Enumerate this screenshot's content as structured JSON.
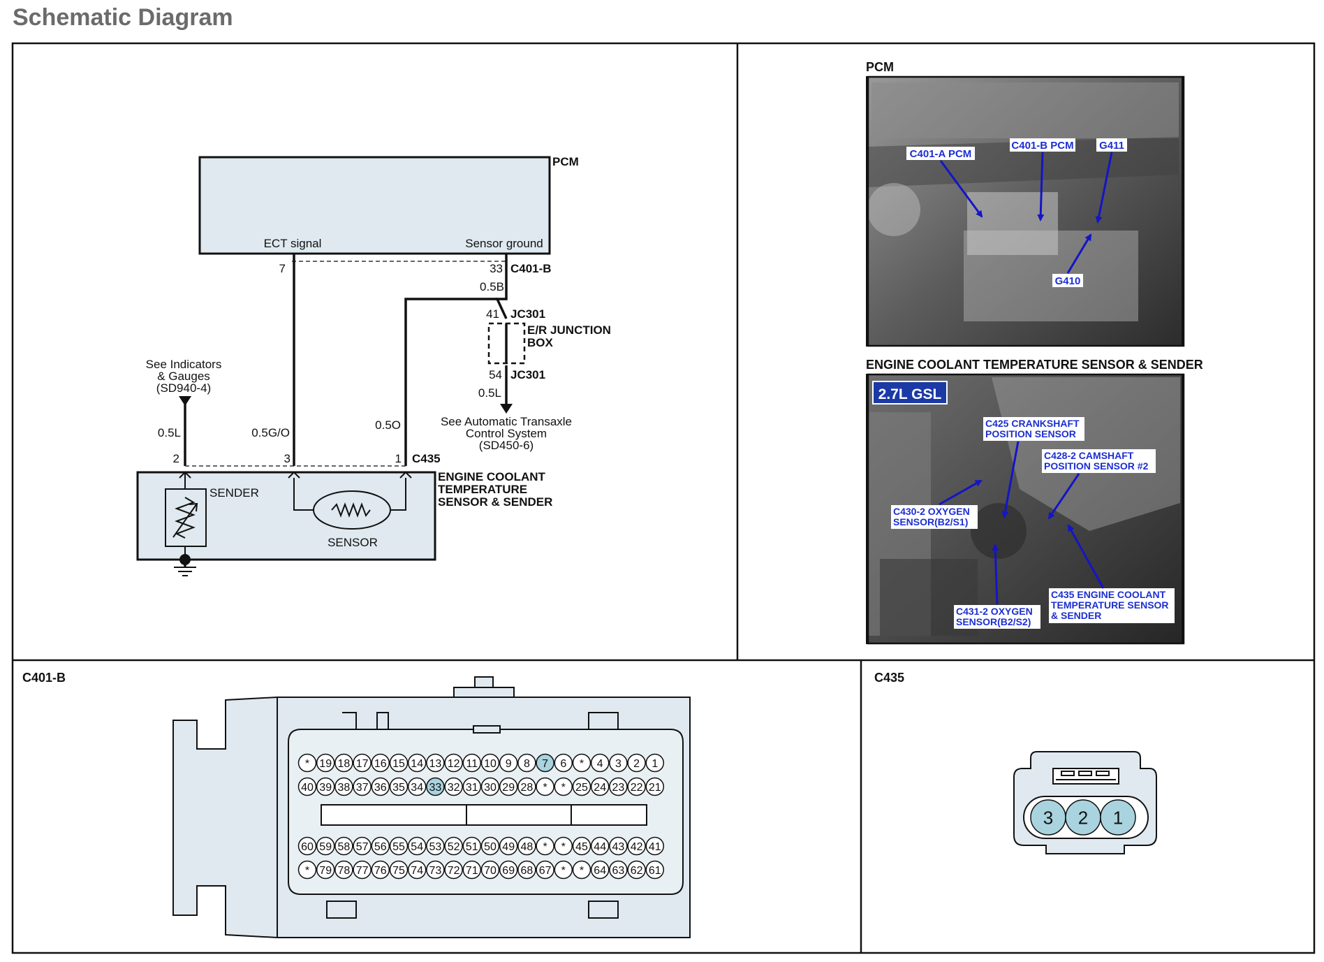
{
  "page_title": "Schematic Diagram",
  "schematic": {
    "pcm_label": "PCM",
    "ect_signal": "ECT signal",
    "sensor_ground": "Sensor ground",
    "pin_7": "7",
    "pin_33": "33",
    "c401b": "C401-B",
    "wire_05b": "0.5B",
    "pin_41": "41",
    "jc301_top": "JC301",
    "junction_line1": "E/R  JUNCTION",
    "junction_line2": "BOX",
    "pin_54": "54",
    "jc301_bottom": "JC301",
    "wire_05l_right": "0.5L",
    "atcs_line1": "See Automatic Transaxle",
    "atcs_line2": "Control System",
    "atcs_line3": "(SD450-6)",
    "indicators_line1": "See Indicators",
    "indicators_line2": "& Gauges",
    "indicators_line3": "(SD940-4)",
    "wire_05l_left": "0.5L",
    "wire_05go": "0.5G/O",
    "wire_05o": "0.5O",
    "pin_2": "2",
    "pin_3": "3",
    "pin_1": "1",
    "c435": "C435",
    "ect_line1": "ENGINE  COOLANT",
    "ect_line2": "TEMPERATURE",
    "ect_line3": "SENSOR  &  SENDER",
    "sender": "SENDER",
    "sensor": "SENSOR"
  },
  "photos": {
    "pcm_title": "PCM",
    "pcm_callouts": [
      "C401-A PCM",
      "C401-B PCM",
      "G411",
      "G410"
    ],
    "ect_title": "ENGINE COOLANT TEMPERATURE SENSOR & SENDER",
    "engine_badge": "2.7L GSL",
    "crank_line1": "C425 CRANKSHAFT",
    "crank_line2": "POSITION SENSOR",
    "cam_line1": "C428-2 CAMSHAFT",
    "cam_line2": "POSITION SENSOR #2",
    "o2a_line1": "C430-2 OXYGEN",
    "o2a_line2": "SENSOR(B2/S1)",
    "o2b_line1": "C431-2 OXYGEN",
    "o2b_line2": "SENSOR(B2/S2)",
    "ect_line1": "C435 ENGINE COOLANT",
    "ect_line2": "TEMPERATURE SENSOR",
    "ect_line3": "& SENDER"
  },
  "connector_c401b": {
    "title": "C401-B",
    "row1": [
      "*",
      "19",
      "18",
      "17",
      "16",
      "15",
      "14",
      "13",
      "12",
      "11",
      "10",
      "9",
      "8",
      "7",
      "6",
      "*",
      "4",
      "3",
      "2",
      "1"
    ],
    "row2": [
      "40",
      "39",
      "38",
      "37",
      "36",
      "35",
      "34",
      "33",
      "32",
      "31",
      "30",
      "29",
      "28",
      "*",
      "*",
      "25",
      "24",
      "23",
      "22",
      "21"
    ],
    "row3": [
      "60",
      "59",
      "58",
      "57",
      "56",
      "55",
      "54",
      "53",
      "52",
      "51",
      "50",
      "49",
      "48",
      "*",
      "*",
      "45",
      "44",
      "43",
      "42",
      "41"
    ],
    "row4": [
      "*",
      "79",
      "78",
      "77",
      "76",
      "75",
      "74",
      "73",
      "72",
      "71",
      "70",
      "69",
      "68",
      "67",
      "*",
      "*",
      "64",
      "63",
      "62",
      "61"
    ],
    "highlighted": [
      "7",
      "33"
    ],
    "highlight_color": "#a9d3de"
  },
  "connector_c435": {
    "title": "C435",
    "pins": [
      "3",
      "2",
      "1"
    ],
    "pin_color": "#a9d3de"
  },
  "colors": {
    "panel_fill": "#dfe9ef",
    "callout_text": "#1c2fd0",
    "badge_bg": "#1b3aa6"
  }
}
